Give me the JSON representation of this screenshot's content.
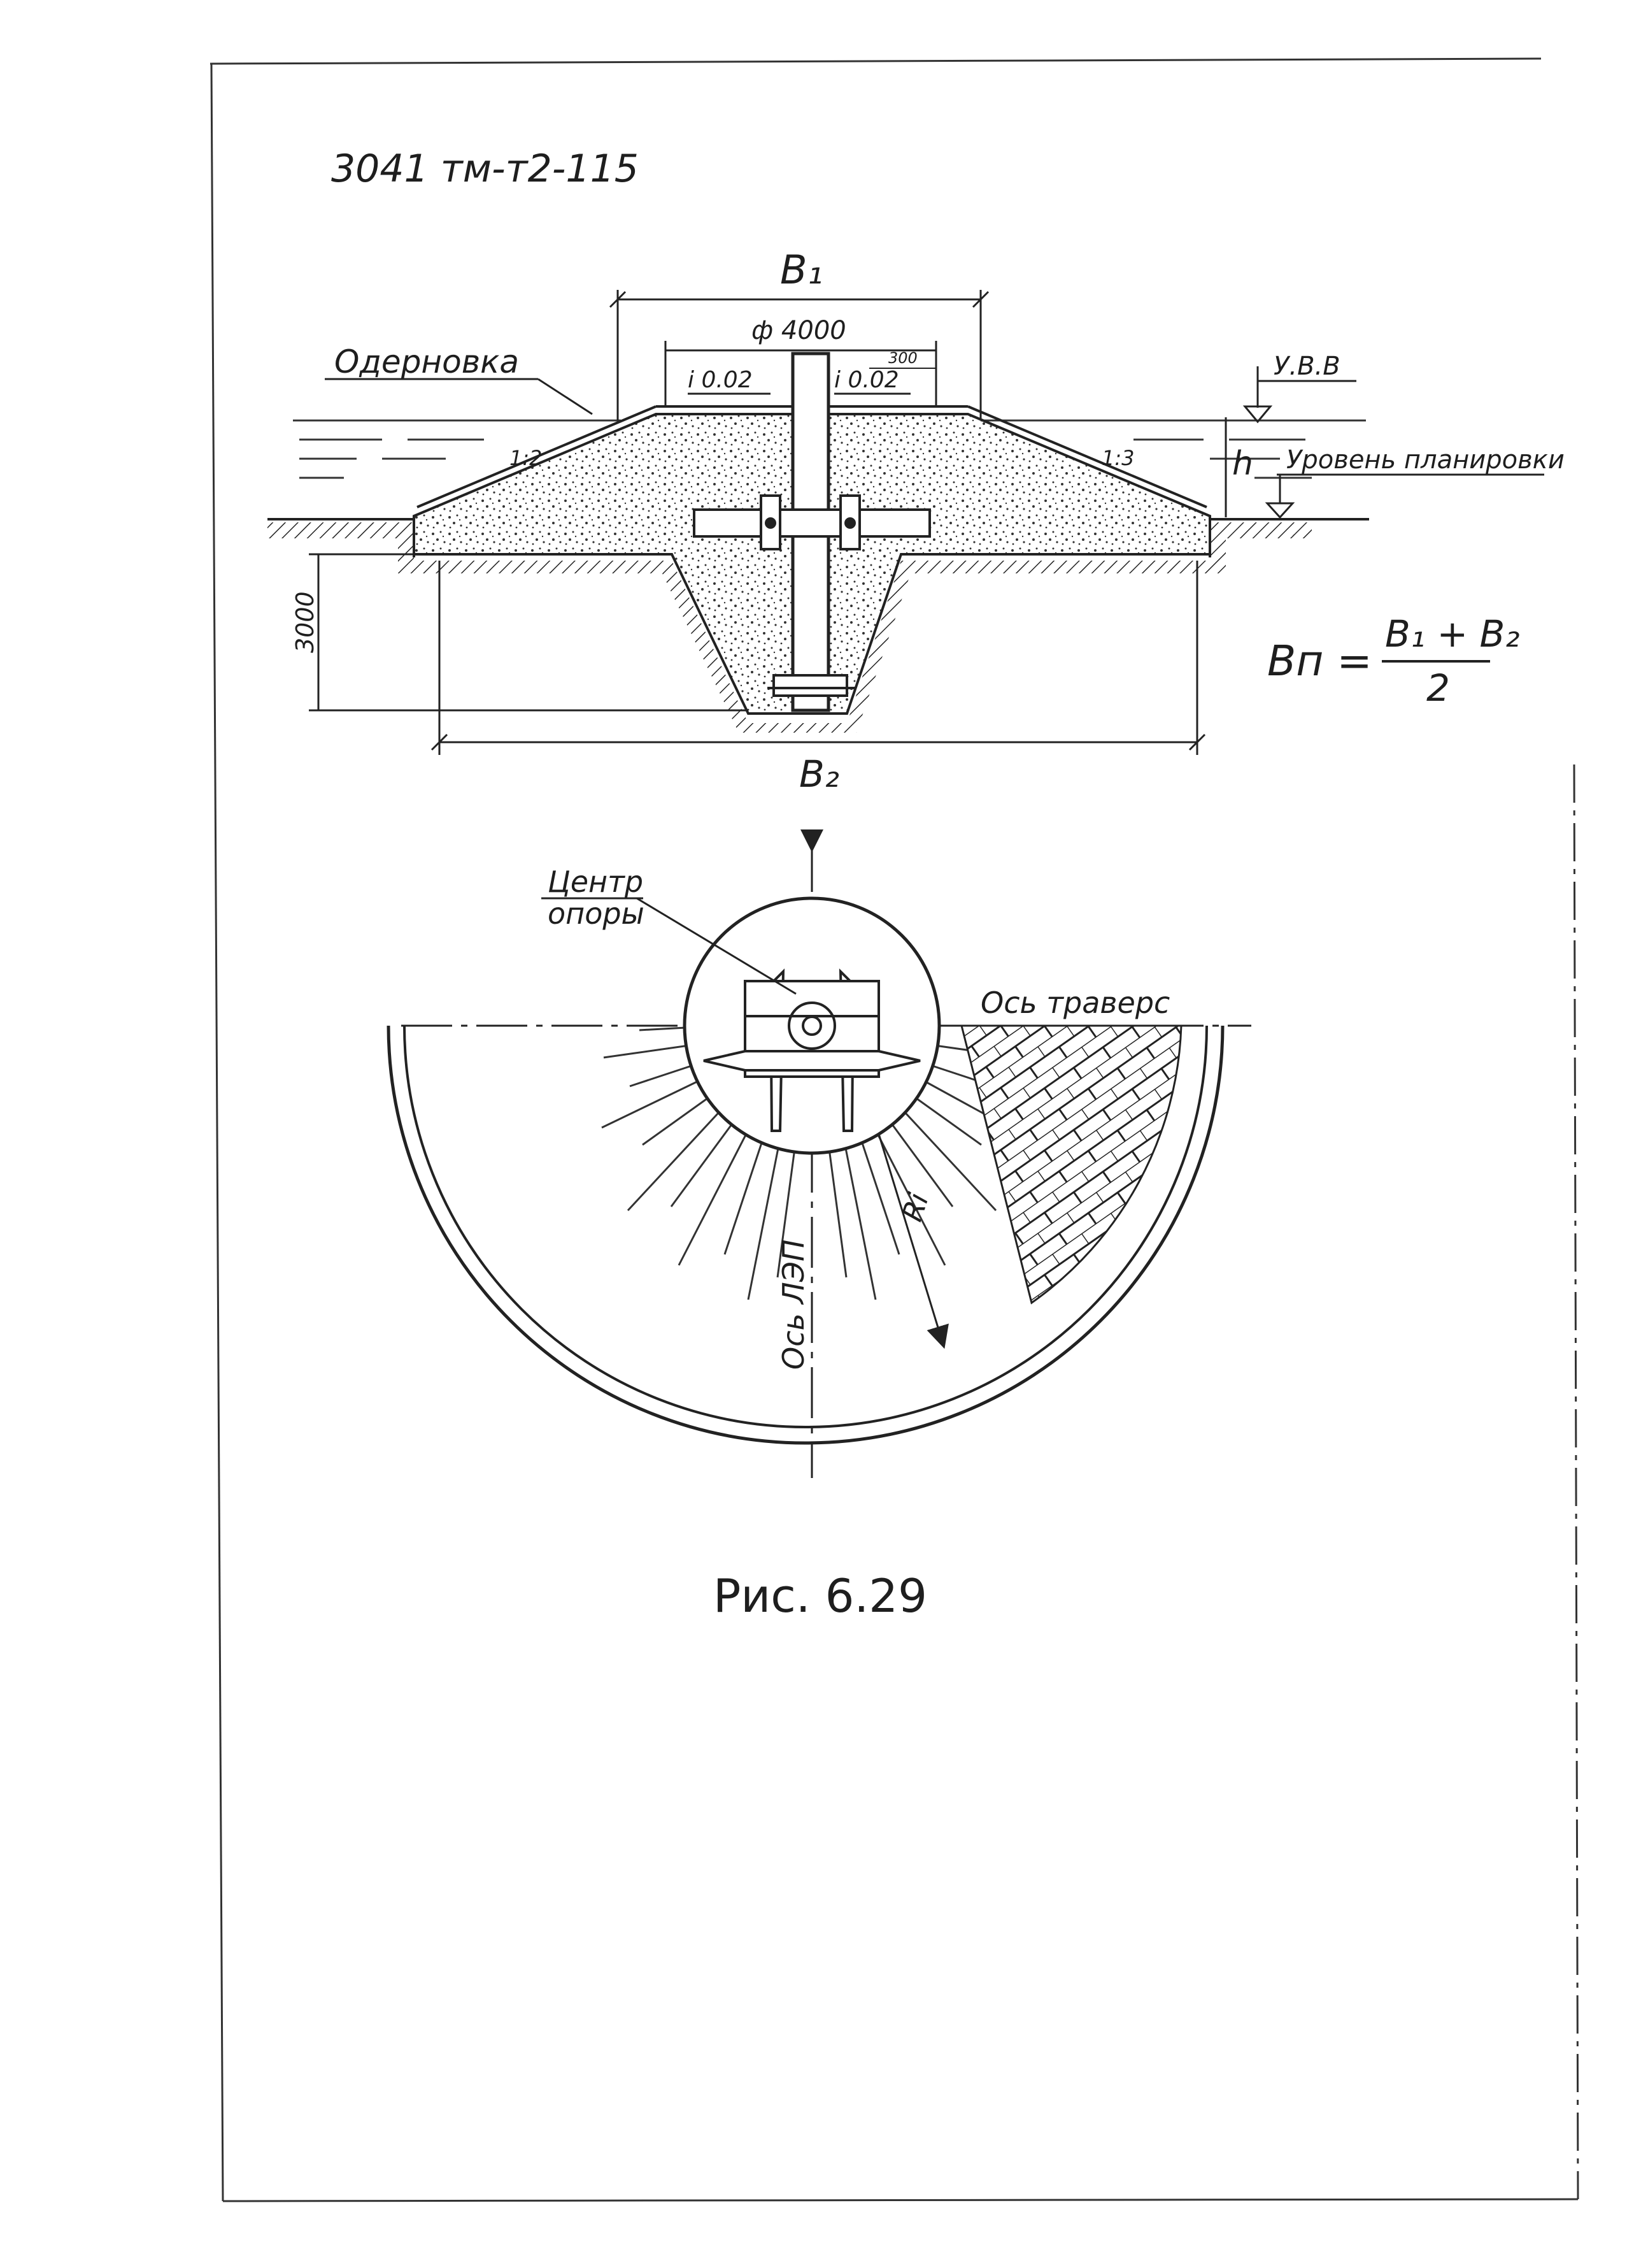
{
  "sheet": {
    "code": "3041 тм-т2-115",
    "caption": "Рис. 6.29"
  },
  "section": {
    "b1": "В₁",
    "b2": "В₂",
    "diameter": "ф 4000",
    "slope_top_left": "i 0.02",
    "slope_top_right": "i 0.02",
    "dim_small": "300",
    "turfing": "Одерновка",
    "high_water": "У.В.В",
    "planning_level": "Уровень планировки",
    "slope_left": "1:2",
    "slope_right": "1:3",
    "height": "h",
    "depth": "3000"
  },
  "formula": {
    "lhs": "Вп =",
    "numerator": "В₁ + В₂",
    "denominator": "2"
  },
  "plan": {
    "support_center": [
      "Центр",
      "опоры"
    ],
    "crossarm_axis": "Ось траверс",
    "line_axis": "Ось ЛЭП",
    "radius": "Ri"
  }
}
